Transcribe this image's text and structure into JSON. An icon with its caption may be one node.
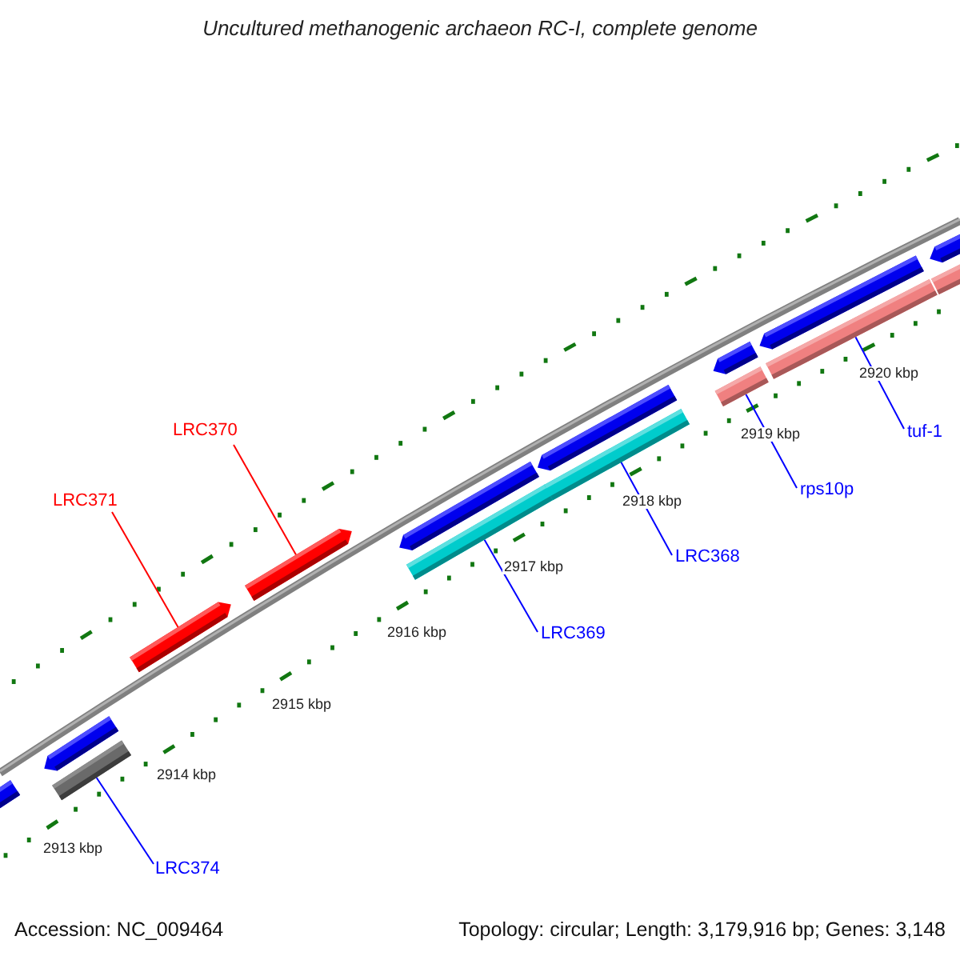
{
  "diagram": {
    "title": "Uncultured methanogenic archaeon RC-I, complete genome",
    "nodes": [
      {
        "text": [
          "LRC370"
        ]
      },
      {
        "text": [
          "tuf-1"
        ]
      },
      {
        "text": [
          "rps10p"
        ]
      },
      {
        "text": [
          "LRC371"
        ]
      },
      {
        "text": [
          "LRC368"
        ]
      },
      {
        "text": [
          "LRC369"
        ]
      },
      {
        "text": [
          "LRC374"
        ]
      },
      {
        "text": [],
        "shape": "arrow"
      },
      {
        "text": [],
        "shape": "arrow"
      },
      {
        "text": [],
        "shape": "bar"
      },
      {
        "text": [],
        "shape": "arrow"
      },
      {
        "text": [],
        "shape": "arrow"
      },
      {
        "text": [],
        "shape": "arrow"
      },
      {
        "text": [],
        "shape": "bar"
      },
      {
        "text": [],
        "shape": "arrow"
      },
      {
        "text": [],
        "shape": "bar"
      },
      {
        "text": [],
        "shape": "arrow"
      },
      {
        "text": [],
        "shape": "bar"
      },
      {
        "text": [],
        "shape": "arrow"
      },
      {
        "text": [],
        "shape": "bar"
      },
      {
        "text": [],
        "shape": "arrow"
      },
      {
        "text": [],
        "shape": "bar"
      }
    ],
    "edges": [
      {
        "from": 0,
        "to": 11,
        "arrow": "none",
        "color": "#ff0000"
      },
      {
        "from": 1,
        "to": 19,
        "arrow": "none"
      },
      {
        "from": 2,
        "to": 17,
        "arrow": "none"
      },
      {
        "from": 3,
        "to": 10,
        "arrow": "none",
        "color": "#ff0000"
      },
      {
        "from": 4,
        "to": 15,
        "arrow": "none"
      },
      {
        "from": 5,
        "to": 13,
        "arrow": "none"
      },
      {
        "from": 6,
        "to": 9,
        "arrow": "none"
      }
    ],
    "labels": [
      "2920 kbp",
      "2919 kbp",
      "2918 kbp",
      "2917 kbp",
      "2916 kbp",
      "2915 kbp",
      "2914 kbp",
      "2913 kbp",
      "Accession: NC_009464",
      "Topology: circular; Length: 3,179,916 bp; Genes: 3,148"
    ]
  }
}
